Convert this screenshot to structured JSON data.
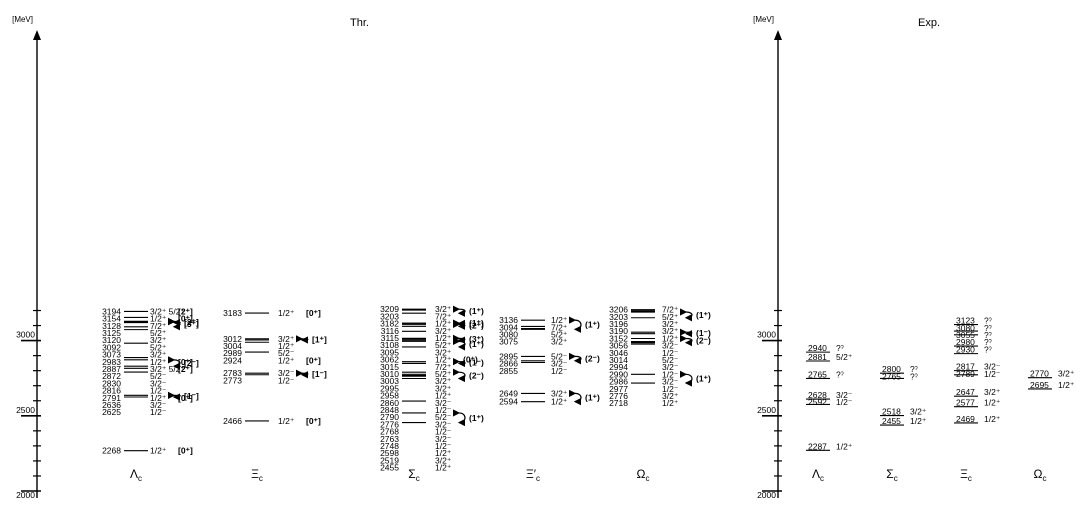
{
  "chart_data": {
    "type": "diagram",
    "panels": [
      {
        "id": "thr",
        "title": "Thr.",
        "axis_unit": "[MeV]",
        "ylim": [
          2000,
          3250
        ],
        "ticks": [
          "2000",
          "2500",
          "3000"
        ],
        "columns": [
          {
            "id": "lc",
            "label": "Λ",
            "sub": "c",
            "levels": [
              {
                "mass": "3194",
                "jp": "3/2⁺ 5/2⁺",
                "group": "[2⁺]"
              },
              {
                "mass": "3154",
                "jp": "1/2⁺",
                "group": "[0⁺]"
              },
              {
                "mass": "3128",
                "jp": "7/2⁺"
              },
              {
                "mass": "3125",
                "jp": "5/2⁺"
              },
              {
                "mass": "3120",
                "jp": "3/2⁺"
              },
              {
                "mass": "3092",
                "jp": "5/2⁺"
              },
              {
                "mass": "3073",
                "jp": "3/2⁺"
              },
              {
                "mass": "2983",
                "jp": "1/2⁺",
                "group": "[0⁺]"
              },
              {
                "mass": "2887",
                "jp": "3/2⁺ 5/2⁺",
                "group": "[2⁺]"
              },
              {
                "mass": "2872",
                "jp": "5/2⁻"
              },
              {
                "mass": "2830",
                "jp": "3/2⁻"
              },
              {
                "mass": "2816",
                "jp": "1/2⁻"
              },
              {
                "mass": "2791",
                "jp": "1/2⁺",
                "group": "[0⁺]"
              },
              {
                "mass": "2636",
                "jp": "3/2⁻"
              },
              {
                "mass": "2625",
                "jp": "1/2⁻"
              },
              {
                "mass": "2268",
                "jp": "1/2⁺",
                "group": "[0⁺]"
              }
            ],
            "multiplets": [
              {
                "label": "[3⁺]",
                "from": "3128",
                "to": "3092"
              },
              {
                "label": "[2⁺]",
                "from": "3125",
                "to": "3120"
              },
              {
                "label": "[2⁻]",
                "from": "2872",
                "to": "2830"
              },
              {
                "label": "[1⁻]",
                "from": "2636",
                "to": "2625"
              }
            ]
          },
          {
            "id": "xc",
            "label": "Ξ",
            "sub": "c",
            "levels": [
              {
                "mass": "3183",
                "jp": "1/2⁺",
                "group": "[0⁺]"
              },
              {
                "mass": "3012",
                "jp": "3/2⁺"
              },
              {
                "mass": "3004",
                "jp": "1/2⁺"
              },
              {
                "mass": "2989",
                "jp": "5/2⁻"
              },
              {
                "mass": "2924",
                "jp": "1/2⁺",
                "group": "[0⁺]"
              },
              {
                "mass": "2783",
                "jp": "3/2⁻"
              },
              {
                "mass": "2773",
                "jp": "1/2⁻"
              },
              {
                "mass": "2466",
                "jp": "1/2⁺",
                "group": "[0⁺]"
              }
            ],
            "multiplets": [
              {
                "label": "[1⁺]",
                "from": "3012",
                "to": "3004"
              },
              {
                "label": "[1⁻]",
                "from": "2783",
                "to": "2773"
              }
            ]
          },
          {
            "id": "sc",
            "label": "Σ",
            "sub": "c",
            "levels": [
              {
                "mass": "3209",
                "jp": "3/2⁺"
              },
              {
                "mass": "3203",
                "jp": "7/2⁺"
              },
              {
                "mass": "3182",
                "jp": "1/2⁺"
              },
              {
                "mass": "3116",
                "jp": "3/2⁺"
              },
              {
                "mass": "3115",
                "jp": "1/2⁺"
              },
              {
                "mass": "3108",
                "jp": "5/2⁺"
              },
              {
                "mass": "3095",
                "jp": "3/2⁺"
              },
              {
                "mass": "3062",
                "jp": "1/2⁺",
                "group": "(0⁺)"
              },
              {
                "mass": "3015",
                "jp": "7/2⁺"
              },
              {
                "mass": "3010",
                "jp": "5/2⁺"
              },
              {
                "mass": "3003",
                "jp": "3/2⁺"
              },
              {
                "mass": "2995",
                "jp": "3/2⁺"
              },
              {
                "mass": "2958",
                "jp": "1/2⁺"
              },
              {
                "mass": "2860",
                "jp": "3/2⁻"
              },
              {
                "mass": "2848",
                "jp": "1/2⁻"
              },
              {
                "mass": "2790",
                "jp": "5/2⁻"
              },
              {
                "mass": "2776",
                "jp": "3/2⁻"
              },
              {
                "mass": "2768",
                "jp": "1/2⁻"
              },
              {
                "mass": "2763",
                "jp": "3/2⁻"
              },
              {
                "mass": "2748",
                "jp": "1/2⁻"
              },
              {
                "mass": "2598",
                "jp": "1/2⁺"
              },
              {
                "mass": "2519",
                "jp": "3/2⁺"
              },
              {
                "mass": "2455",
                "jp": "1/2⁺"
              }
            ],
            "multiplets": [
              {
                "label": "(1⁺)",
                "from": "3209",
                "to": "3182"
              },
              {
                "label": "(1⁺)",
                "from": "3116",
                "to": "3115"
              },
              {
                "label": "(2⁺)",
                "from": "3108",
                "to": "3095"
              },
              {
                "label": "(3⁺)",
                "from": "3015",
                "to": "3003"
              },
              {
                "label": "(1⁺)",
                "from": "2995",
                "to": "2958"
              },
              {
                "label": "(1⁻)",
                "from": "2860",
                "to": "2848"
              },
              {
                "label": "(2⁻)",
                "from": "2790",
                "to": "2748"
              },
              {
                "label": "(1⁺)",
                "from": "2519",
                "to": "2455"
              }
            ]
          },
          {
            "id": "xpc",
            "label": "Ξ′",
            "sub": "c",
            "levels": [
              {
                "mass": "3136",
                "jp": "1/2⁺"
              },
              {
                "mass": "3094",
                "jp": "7/2⁺"
              },
              {
                "mass": "3080",
                "jp": "5/2⁺"
              },
              {
                "mass": "3075",
                "jp": "3/2⁺"
              },
              {
                "mass": "2895",
                "jp": "5/2⁻"
              },
              {
                "mass": "2866",
                "jp": "3/2⁻"
              },
              {
                "mass": "2855",
                "jp": "1/2⁻"
              },
              {
                "mass": "2649",
                "jp": "3/2⁺"
              },
              {
                "mass": "2594",
                "jp": "1/2⁺"
              }
            ],
            "multiplets": [
              {
                "label": "(1⁺)",
                "from": "3136",
                "to": "3075"
              },
              {
                "label": "(2⁻)",
                "from": "2895",
                "to": "2866"
              },
              {
                "label": "(1⁺)",
                "from": "2649",
                "to": "2594"
              }
            ]
          },
          {
            "id": "oc",
            "label": "Ω",
            "sub": "c",
            "levels": [
              {
                "mass": "3206",
                "jp": "7/2⁺"
              },
              {
                "mass": "3203",
                "jp": "5/2⁺"
              },
              {
                "mass": "3196",
                "jp": "3/2⁺"
              },
              {
                "mass": "3190",
                "jp": "3/2⁺"
              },
              {
                "mass": "3152",
                "jp": "1/2⁺"
              },
              {
                "mass": "3056",
                "jp": "3/2⁻"
              },
              {
                "mass": "3046",
                "jp": "1/2⁻"
              },
              {
                "mass": "3014",
                "jp": "5/2⁻"
              },
              {
                "mass": "2994",
                "jp": "3/2⁻"
              },
              {
                "mass": "2990",
                "jp": "1/2⁻"
              },
              {
                "mass": "2986",
                "jp": "3/2⁻"
              },
              {
                "mass": "2977",
                "jp": "1/2⁻"
              },
              {
                "mass": "2776",
                "jp": "3/2⁺"
              },
              {
                "mass": "2718",
                "jp": "1/2⁺"
              }
            ],
            "multiplets": [
              {
                "label": "(1⁺)",
                "from": "3190",
                "to": "3152"
              },
              {
                "label": "(1⁻)",
                "from": "3056",
                "to": "3046"
              },
              {
                "label": "(2⁻)",
                "from": "3014",
                "to": "2986"
              },
              {
                "label": "(1⁺)",
                "from": "2776",
                "to": "2718"
              }
            ]
          }
        ]
      },
      {
        "id": "exp",
        "title": "Exp.",
        "axis_unit": "[MeV]",
        "ylim": [
          2000,
          3250
        ],
        "ticks": [
          "2000",
          "2500",
          "3000"
        ],
        "columns": [
          {
            "id": "lc",
            "label": "Λ",
            "sub": "c",
            "levels": [
              {
                "mass": "2940",
                "jp": "?ˀ"
              },
              {
                "mass": "2881",
                "jp": "5/2⁺"
              },
              {
                "mass": "2765",
                "jp": "?ˀ"
              },
              {
                "mass": "2628",
                "jp": "3/2⁻"
              },
              {
                "mass": "2592",
                "jp": "1/2⁻"
              },
              {
                "mass": "2287",
                "jp": "1/2⁺"
              }
            ]
          },
          {
            "id": "sc",
            "label": "Σ",
            "sub": "c",
            "levels": [
              {
                "mass": "2800",
                "jp": "?ˀ"
              },
              {
                "mass": "2765",
                "jp": "?ˀ"
              },
              {
                "mass": "2518",
                "jp": "3/2⁺"
              },
              {
                "mass": "2455",
                "jp": "1/2⁺"
              }
            ]
          },
          {
            "id": "xc",
            "label": "Ξ",
            "sub": "c",
            "levels": [
              {
                "mass": "3123",
                "jp": "?ˀ"
              },
              {
                "mass": "3080",
                "jp": "?ˀ"
              },
              {
                "mass": "3055",
                "jp": "?ˀ"
              },
              {
                "mass": "2980",
                "jp": "?ˀ"
              },
              {
                "mass": "2930",
                "jp": "?ˀ"
              },
              {
                "mass": "2817",
                "jp": "3/2⁻"
              },
              {
                "mass": "2789",
                "jp": "1/2⁻"
              },
              {
                "mass": "2647",
                "jp": "3/2⁺"
              },
              {
                "mass": "2577",
                "jp": "1/2⁺"
              },
              {
                "mass": "2469",
                "jp": "1/2⁺"
              }
            ]
          },
          {
            "id": "oc",
            "label": "Ω",
            "sub": "c",
            "levels": [
              {
                "mass": "2770",
                "jp": "3/2⁺"
              },
              {
                "mass": "2695",
                "jp": "1/2⁺"
              }
            ]
          }
        ]
      }
    ]
  }
}
